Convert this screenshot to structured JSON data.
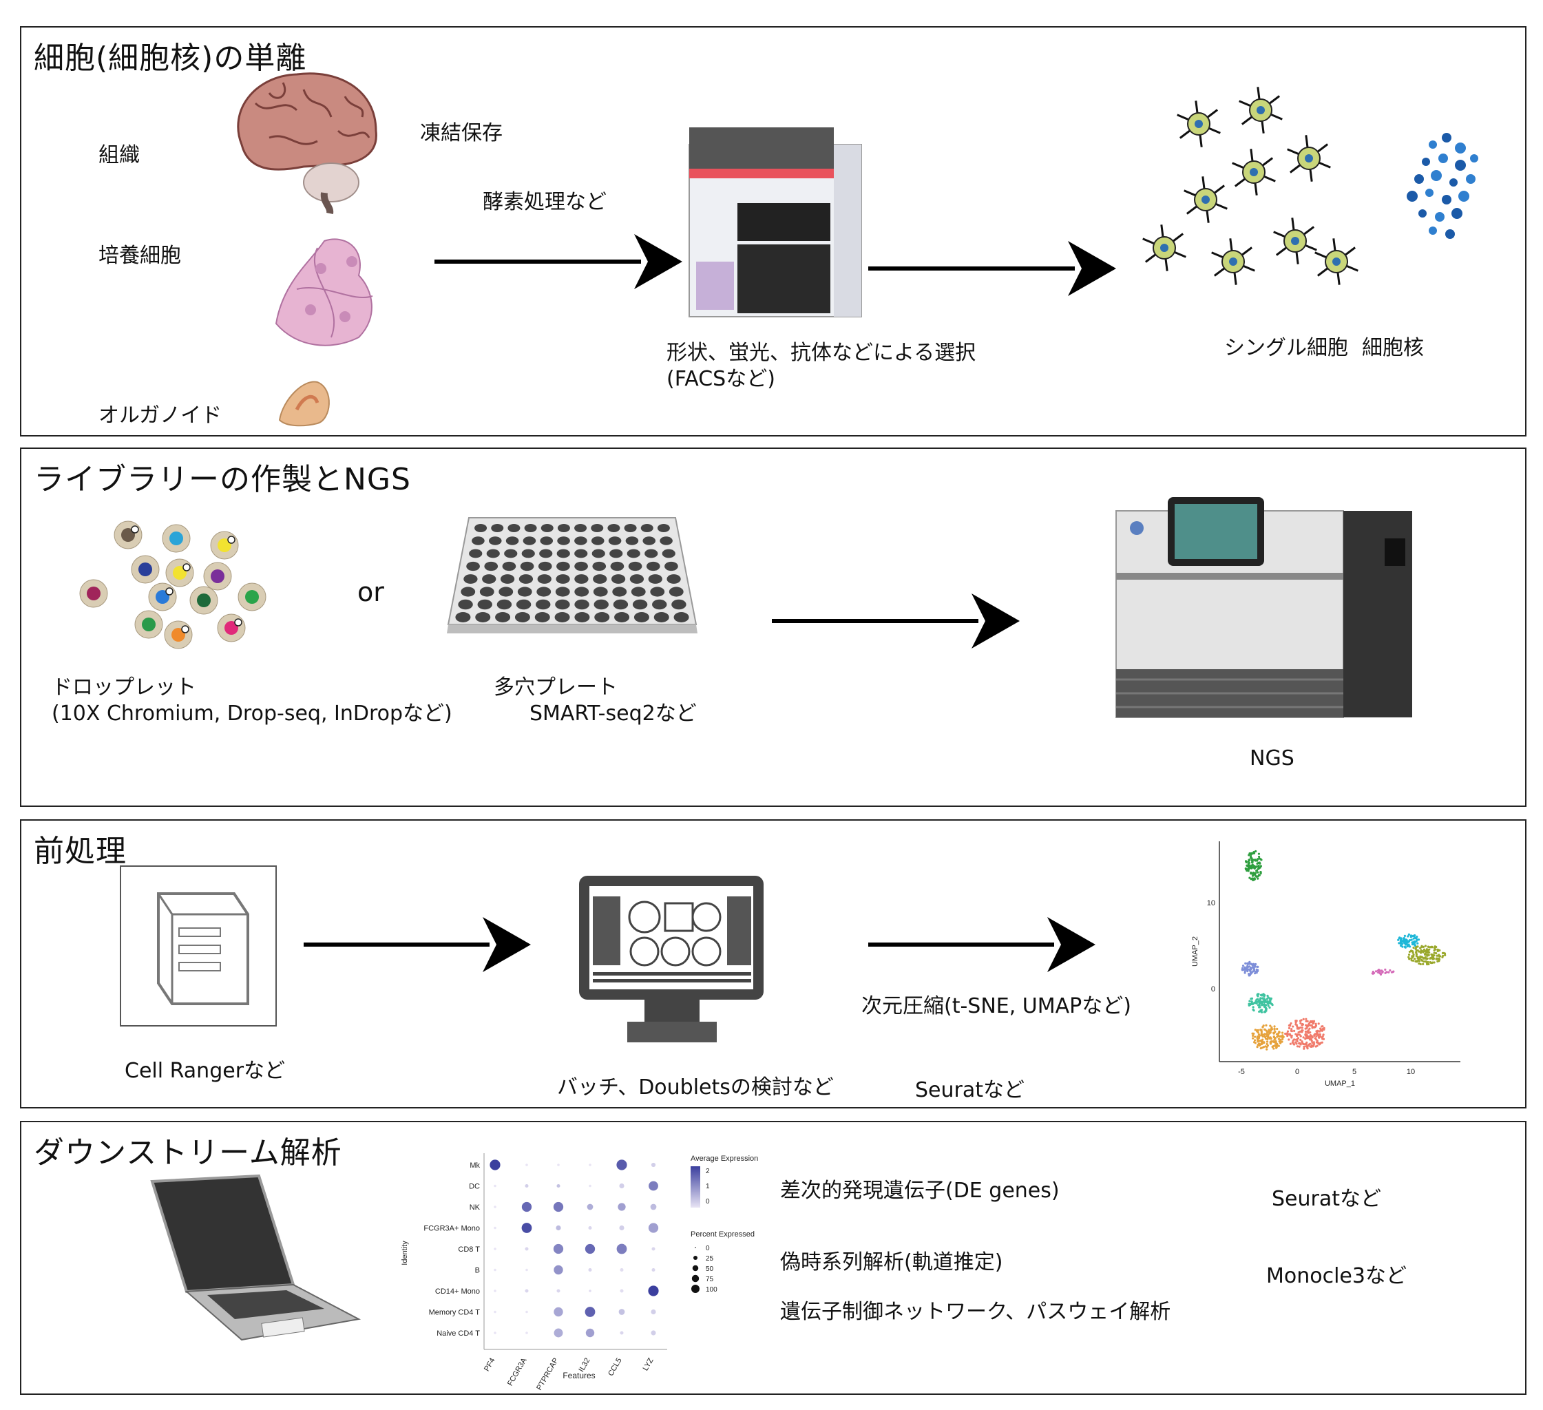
{
  "sections": [
    {
      "title": "細胞(細胞核)の単離",
      "labels": {
        "tissue": "組織",
        "cultured": "培養細胞",
        "organoid": "オルガノイド",
        "freeze": "凍結保存",
        "enzyme": "酵素処理など",
        "sort_line1": "形状、蛍光、抗体などによる選択",
        "sort_line2": "(FACSなど)",
        "single_cell": "シングル細胞",
        "nucleus": "細胞核"
      }
    },
    {
      "title": "ライブラリーの作製とNGS",
      "labels": {
        "or": "or",
        "droplet_line1": "ドロップレット",
        "droplet_line2": "(10X Chromium, Drop-seq, InDropなど)",
        "plate_line1": "多穴プレート",
        "plate_line2": "SMART-seq2など",
        "ngs": "NGS"
      }
    },
    {
      "title": "前処理",
      "labels": {
        "cellranger": "Cell Rangerなど",
        "batch": "バッチ、Doubletsの検討など",
        "dimred": "次元圧縮(t-SNE, UMAPなど)",
        "seurat": "Seuratなど"
      },
      "umap": {
        "xlabel": "UMAP_1",
        "ylabel": "UMAP_2",
        "xticks": [
          "-5",
          "0",
          "5",
          "10"
        ],
        "yticks": [
          "10",
          "0"
        ]
      }
    },
    {
      "title": "ダウンストリーム解析",
      "labels": {
        "de": "差次的発現遺伝子(DE genes)",
        "pseudotime": "偽時系列解析(軌道推定)",
        "network": "遺伝子制御ネットワーク、パスウェイ解析",
        "seurat": "Seuratなど",
        "monocle": "Monocle3など"
      }
    }
  ],
  "chart_data": {
    "type": "scatter",
    "subtype": "dotplot",
    "xlabel": "Features",
    "ylabel": "Identity",
    "features": [
      "PF4",
      "FCGR3A",
      "PTPRCAP",
      "IL32",
      "CCL5",
      "LYZ"
    ],
    "identities": [
      "Mk",
      "DC",
      "NK",
      "FCGR3A+ Mono",
      "CD8 T",
      "B",
      "CD14+ Mono",
      "Memory CD4 T",
      "Naive CD4 T"
    ],
    "expression_legend": {
      "title": "Average Expression",
      "ticks": [
        "2",
        "1",
        "0"
      ]
    },
    "size_legend": {
      "title": "Percent Expressed",
      "ticks": [
        "0",
        "25",
        "50",
        "75",
        "100"
      ]
    },
    "values": [
      {
        "identity": "Mk",
        "pct": [
          90,
          5,
          5,
          5,
          90,
          15
        ],
        "avg": [
          2.4,
          0,
          0,
          0,
          2.0,
          0.3
        ]
      },
      {
        "identity": "DC",
        "pct": [
          5,
          10,
          10,
          5,
          20,
          75
        ],
        "avg": [
          0,
          0.3,
          0.5,
          0,
          0.3,
          1.5
        ]
      },
      {
        "identity": "NK",
        "pct": [
          5,
          80,
          80,
          30,
          50,
          30
        ],
        "avg": [
          0,
          1.8,
          1.6,
          0.8,
          1.0,
          0.6
        ]
      },
      {
        "identity": "FCGR3A+ Mono",
        "pct": [
          5,
          85,
          20,
          10,
          20,
          80
        ],
        "avg": [
          0,
          2.2,
          0.6,
          0.2,
          0.3,
          1.0
        ]
      },
      {
        "identity": "CD8 T",
        "pct": [
          5,
          10,
          80,
          80,
          85,
          10
        ],
        "avg": [
          0,
          0.2,
          1.4,
          1.8,
          1.5,
          0.2
        ]
      },
      {
        "identity": "B",
        "pct": [
          5,
          5,
          70,
          10,
          10,
          10
        ],
        "avg": [
          0,
          0,
          1.2,
          0.2,
          0.1,
          0.2
        ]
      },
      {
        "identity": "CD14+ Mono",
        "pct": [
          5,
          10,
          10,
          5,
          10,
          90
        ],
        "avg": [
          0,
          0.2,
          0.2,
          0.1,
          0.1,
          2.4
        ]
      },
      {
        "identity": "Memory CD4 T",
        "pct": [
          5,
          5,
          70,
          85,
          30,
          20
        ],
        "avg": [
          0,
          0,
          0.9,
          1.9,
          0.5,
          0.3
        ]
      },
      {
        "identity": "Naive CD4 T",
        "pct": [
          5,
          5,
          65,
          60,
          10,
          20
        ],
        "avg": [
          0,
          0,
          0.8,
          1.0,
          0.2,
          0.3
        ]
      }
    ]
  },
  "colors": {
    "dot_high": "#3b3f9e",
    "dot_low": "#e8e4f4",
    "umap_clusters": [
      "#2e9e3e",
      "#1fb7d8",
      "#9aa82c",
      "#7d8ed8",
      "#3fc3a0",
      "#e6a23c",
      "#f07a6a",
      "#d46ab8"
    ]
  }
}
